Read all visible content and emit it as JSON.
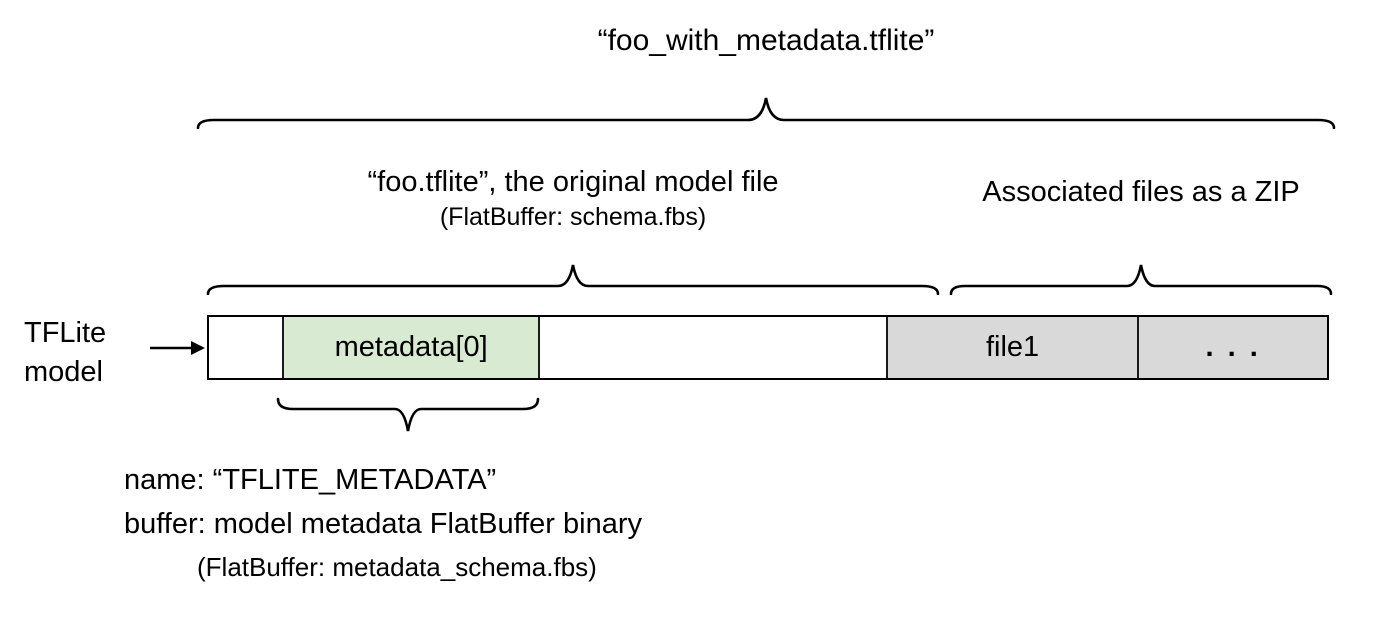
{
  "diagram": {
    "title": "“foo_with_metadata.tflite”",
    "model_section": {
      "title": "“foo.tflite”, the original model file",
      "subtitle": "(FlatBuffer: schema.fbs)"
    },
    "zip_section": {
      "title": "Associated files as a ZIP"
    },
    "side_label": {
      "line1": "TFLite",
      "line2": "model"
    },
    "bar": {
      "cells": [
        {
          "label": "",
          "type": "model-header"
        },
        {
          "label": "metadata[0]",
          "type": "metadata"
        },
        {
          "label": "",
          "type": "model-body"
        },
        {
          "label": "file1",
          "type": "associated-file"
        },
        {
          "label": ". . .",
          "type": "associated-file-more"
        }
      ]
    },
    "metadata_note": {
      "line1": "name: “TFLITE_METADATA”",
      "line2": "buffer: model metadata FlatBuffer binary",
      "line3": "(FlatBuffer: metadata_schema.fbs)"
    },
    "colors": {
      "metadata_fill": "#d9ead3",
      "file_fill": "#d9d9d9",
      "stroke": "#000000"
    }
  }
}
